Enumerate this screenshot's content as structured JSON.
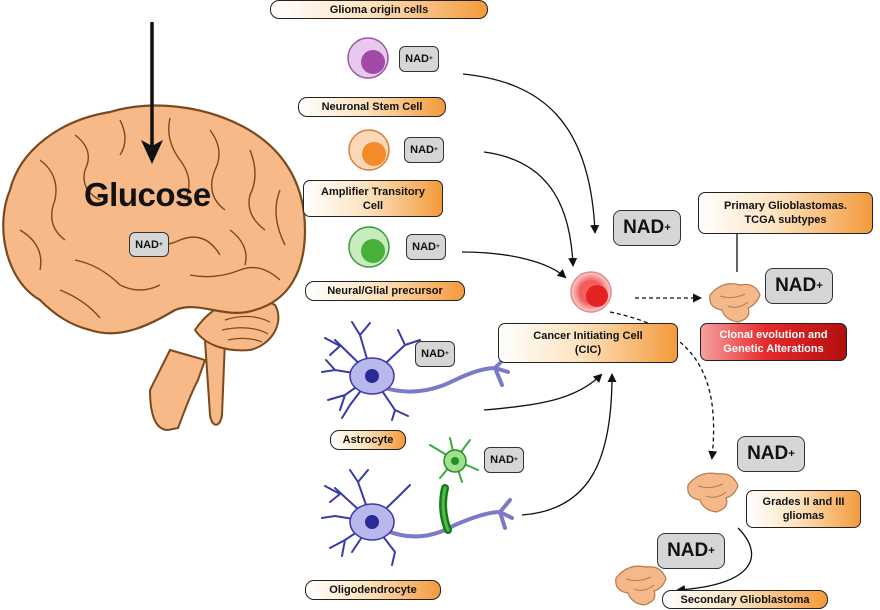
{
  "labels": {
    "glioma_origin": "Glioma origin cells",
    "neuronal_stem": "Neuronal Stem Cell",
    "amplifier_line1": "Amplifier Transitory",
    "amplifier_line2": "Cell",
    "neural_glial": "Neural/Glial precursor",
    "cic_line1": "Cancer Initiating Cell",
    "cic_line2": "(CIC)",
    "primary_line1": "Primary Glioblastomas.",
    "primary_line2": "TCGA subtypes",
    "clonal_line1": "Clonal evolution and",
    "clonal_line2": "Genetic Alterations",
    "astrocyte": "Astrocyte",
    "oligodendrocyte": "Oligodendrocyte",
    "grades_line1": "Grades II and III",
    "grades_line2": "gliomas",
    "secondary": "Secondary Glioblastoma"
  },
  "brain_text": "Glucose",
  "nad": {
    "base": "NAD",
    "sup": "+"
  },
  "colors": {
    "brain": "#f7b987",
    "label_accent": "#f39a3c",
    "clonal": "#e52a2a",
    "stem_cell": "#b065b5",
    "amplifier_cell": "#f58a2a",
    "precursor_cell": "#4caf3a",
    "cic_cell": "#ee3a3a",
    "neuron": "#4a4ab8",
    "oligo": "#49b83a",
    "tumor": "#f5b88a"
  },
  "icons": [
    "brain-illustration",
    "astrocyte-cell",
    "oligodendrocyte-cell",
    "tumor-mass"
  ]
}
